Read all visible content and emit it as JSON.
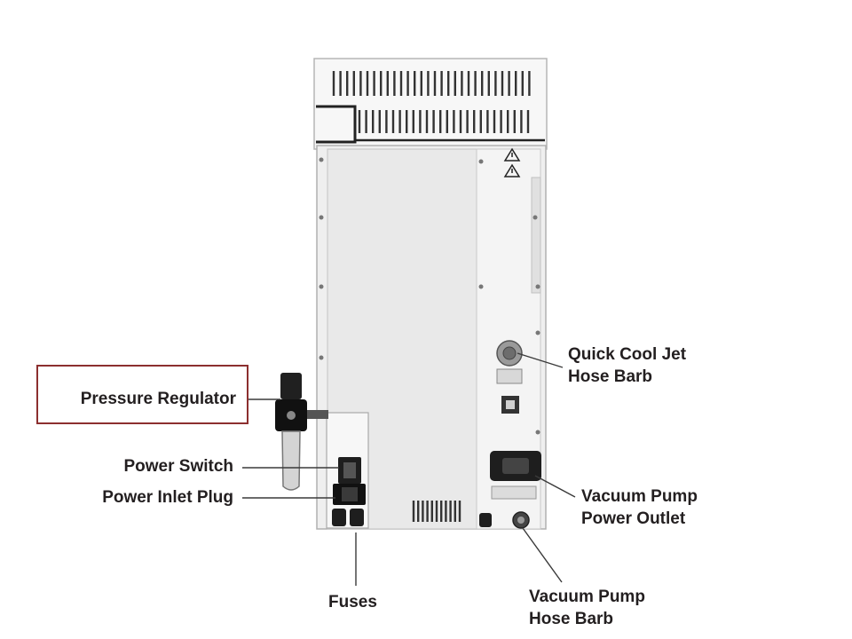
{
  "callouts": {
    "pressure_regulator": "Pressure Regulator",
    "power_switch": "Power Switch",
    "power_inlet_plug": "Power Inlet Plug",
    "fuses": "Fuses",
    "quick_cool_jet_line1": "Quick Cool Jet",
    "quick_cool_jet_line2": "Hose Barb",
    "vacuum_pump_outlet_line1": "Vacuum Pump",
    "vacuum_pump_outlet_line2": "Power Outlet",
    "vacuum_pump_hose_line1": "Vacuum Pump",
    "vacuum_pump_hose_line2": "Hose Barb"
  },
  "colors": {
    "highlight_box": "#8c2f2f",
    "text": "#231f20",
    "unit_body": "#f2f2f2"
  },
  "warning_icons": [
    "warning-triangle-icon",
    "warning-triangle-icon"
  ]
}
